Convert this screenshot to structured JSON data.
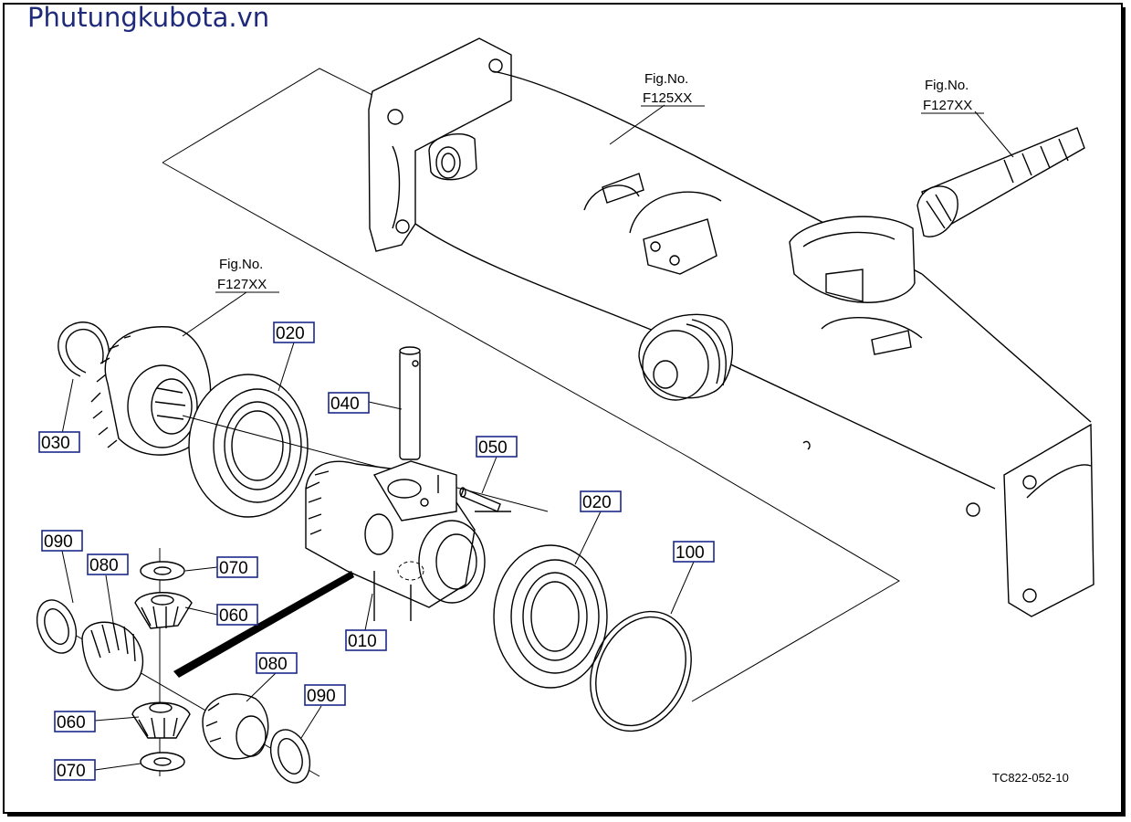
{
  "watermark": "Phutungkubota.vn",
  "drawing_code": "TC822-052-10",
  "references": [
    {
      "line1": "Fig.No.",
      "line2": "F125XX"
    },
    {
      "line1": "Fig.No.",
      "line2": "F127XX"
    },
    {
      "line1": "Fig.No.",
      "line2": "F127XX"
    }
  ],
  "callouts": [
    "020",
    "040",
    "050",
    "030",
    "020",
    "100",
    "090",
    "080",
    "070",
    "060",
    "010",
    "080",
    "090",
    "060",
    "070"
  ]
}
